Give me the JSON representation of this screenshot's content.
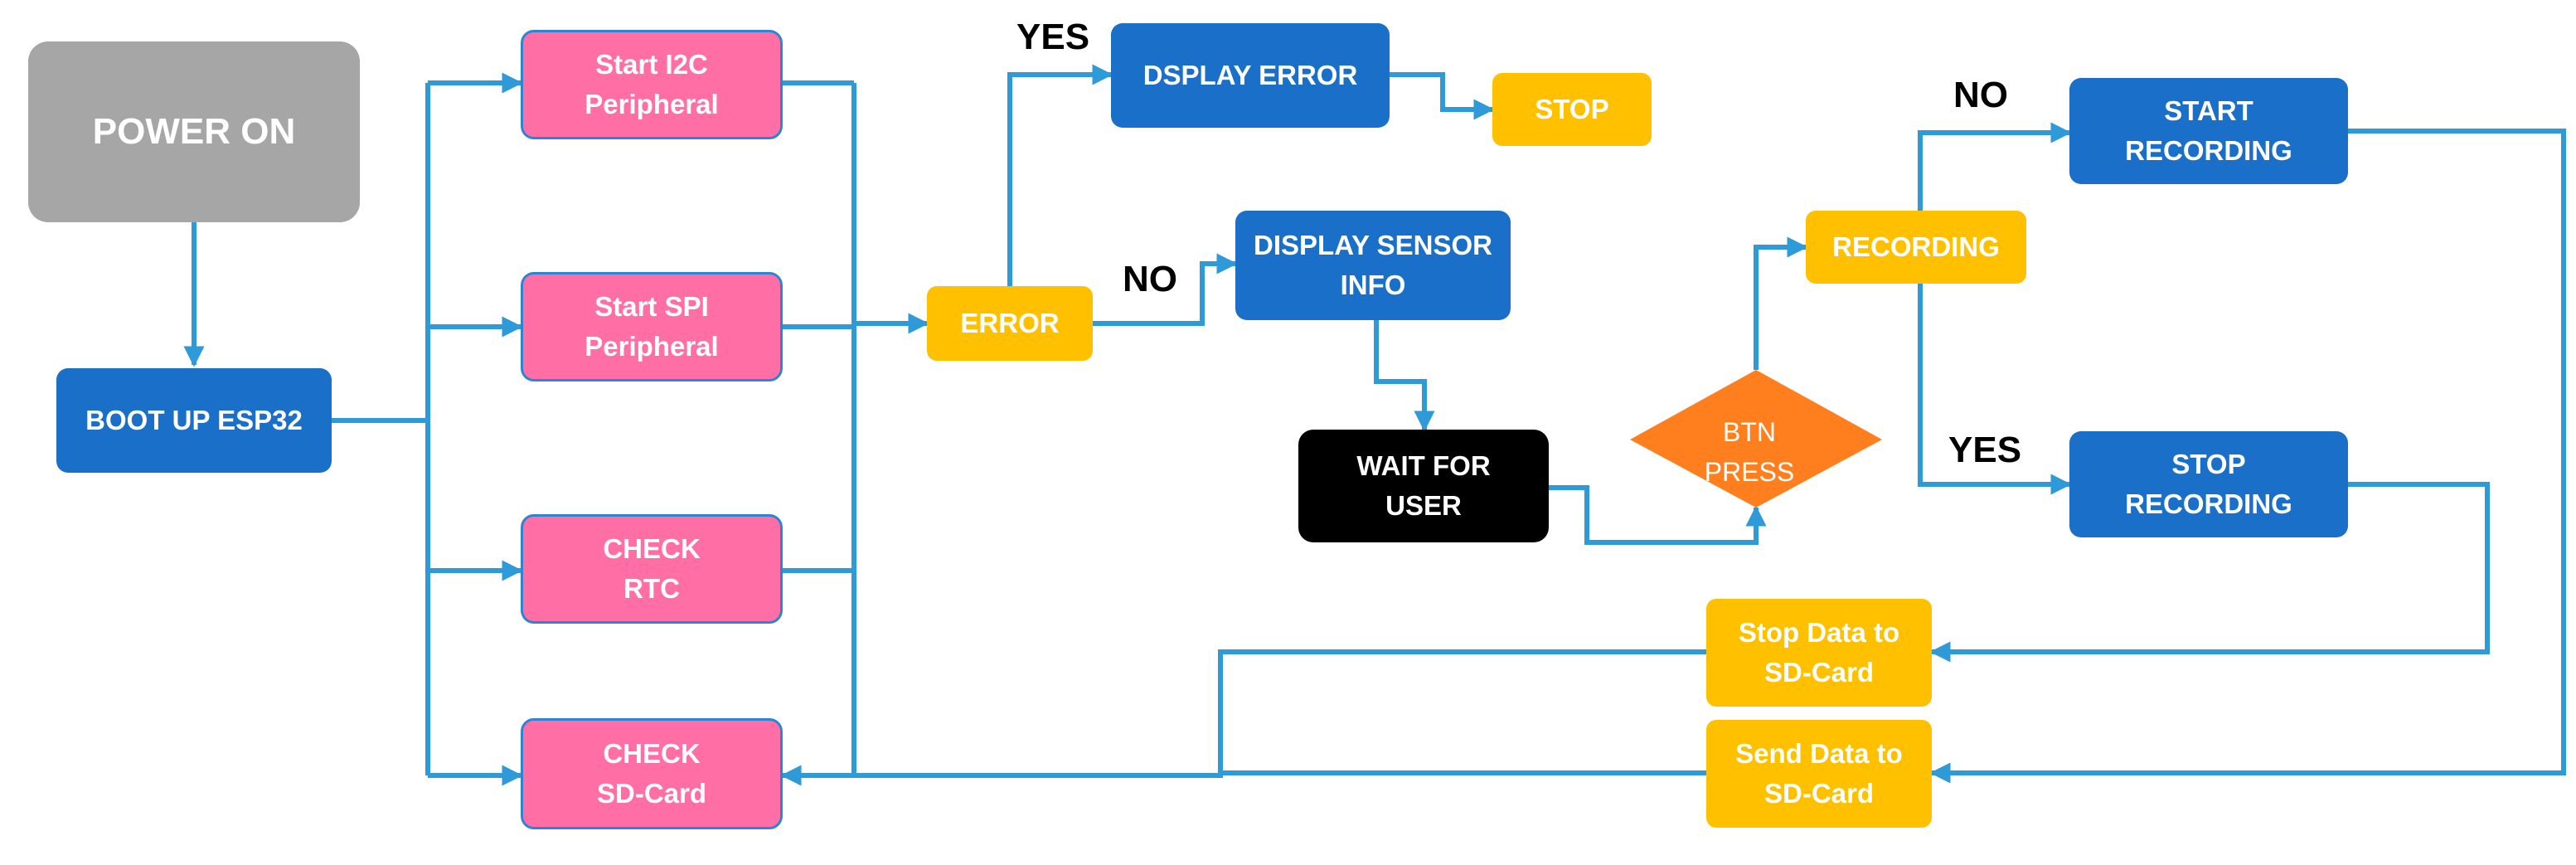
{
  "nodes": {
    "power_on": {
      "lines": [
        "POWER ON"
      ]
    },
    "boot_up": {
      "lines": [
        "BOOT UP ESP32"
      ]
    },
    "start_i2c": {
      "lines": [
        "Start I2C",
        "Peripheral"
      ]
    },
    "start_spi": {
      "lines": [
        "Start SPI",
        "Peripheral"
      ]
    },
    "check_rtc": {
      "lines": [
        "CHECK",
        "RTC"
      ]
    },
    "check_sd": {
      "lines": [
        "CHECK",
        "SD-Card"
      ]
    },
    "error": {
      "lines": [
        "ERROR"
      ]
    },
    "display_error": {
      "lines": [
        "DSPLAY ERROR"
      ]
    },
    "stop": {
      "lines": [
        "STOP"
      ]
    },
    "display_sensor": {
      "lines": [
        "DISPLAY SENSOR",
        "INFO"
      ]
    },
    "wait_user": {
      "lines": [
        "WAIT FOR",
        "USER"
      ]
    },
    "btn_press": {
      "lines": [
        "BTN",
        "PRESS"
      ]
    },
    "recording": {
      "lines": [
        "RECORDING"
      ]
    },
    "start_recording": {
      "lines": [
        "START",
        "RECORDING"
      ]
    },
    "stop_recording": {
      "lines": [
        "STOP",
        "RECORDING"
      ]
    },
    "stop_data": {
      "lines": [
        "Stop Data to",
        "SD-Card"
      ]
    },
    "send_data": {
      "lines": [
        "Send Data to",
        "SD-Card"
      ]
    }
  },
  "edge_labels": {
    "error_yes": "YES",
    "error_no": "NO",
    "recording_no": "NO",
    "recording_yes": "YES"
  },
  "colors": {
    "connector": "#2e9ad8",
    "terminal_gray": "#a6a6a6",
    "process_blue": "#1a6fc8",
    "peripheral_pink": "#ff6fa6",
    "decision_yellow": "#ffc000",
    "wait_black": "#000000",
    "diamond_orange": "#ff7f1f"
  }
}
